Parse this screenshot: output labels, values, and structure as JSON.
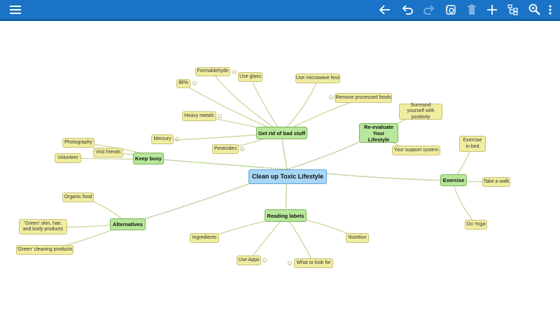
{
  "toolbar": {
    "icons": [
      "menu-icon",
      "back-arrow-icon",
      "undo-icon",
      "redo-icon",
      "attachment-icon",
      "trash-icon",
      "add-icon",
      "tree-view-icon",
      "search-icon",
      "more-vert-icon"
    ],
    "background": "#1a73c6"
  },
  "mindmap": {
    "root": "Clean up Toxic Lifestyle",
    "branches": {
      "bad_stuff": "Get rid of bad stuff",
      "reevaluate": "Re-evaluate Your Lifestyle",
      "keep_busy": "Keep busy",
      "exercise": "Exercise",
      "alternatives": "Alternatives",
      "reading": "Reading labels"
    },
    "leaves": {
      "formaldehyde": "Formaldehyde",
      "use_glass": "Use glass",
      "bpa": "BPA",
      "microwave": "Use microwave less",
      "processed": "Remove processed foods",
      "heavy_metals": "Heavy metals",
      "mercury": "Mercury",
      "pesticides": "Pesticides",
      "surround": "Surround yourself with positivity",
      "support": "Your support system",
      "photography": "Photography",
      "visit_friends": "Visit friends",
      "volunteer": "Volunteer",
      "exercise_bed": "Exercise in bed",
      "walk": "Take a walk",
      "yoga": "Do Yoga",
      "organic": "Organic food",
      "green_skin": "'Green' skin, hair, and body products",
      "green_cleaning": "'Green' cleaning products",
      "ingredients": "Ingredients",
      "nutrition": "Nutrition",
      "use_apps": "Use Apps",
      "what_look": "What to look for"
    },
    "note_symbol": "i",
    "colors": {
      "root_fill": "#a8d6f5",
      "branch_fill": "#b7e79a",
      "leaf_fill": "#f0eda0",
      "link": "#a9c97e"
    }
  }
}
